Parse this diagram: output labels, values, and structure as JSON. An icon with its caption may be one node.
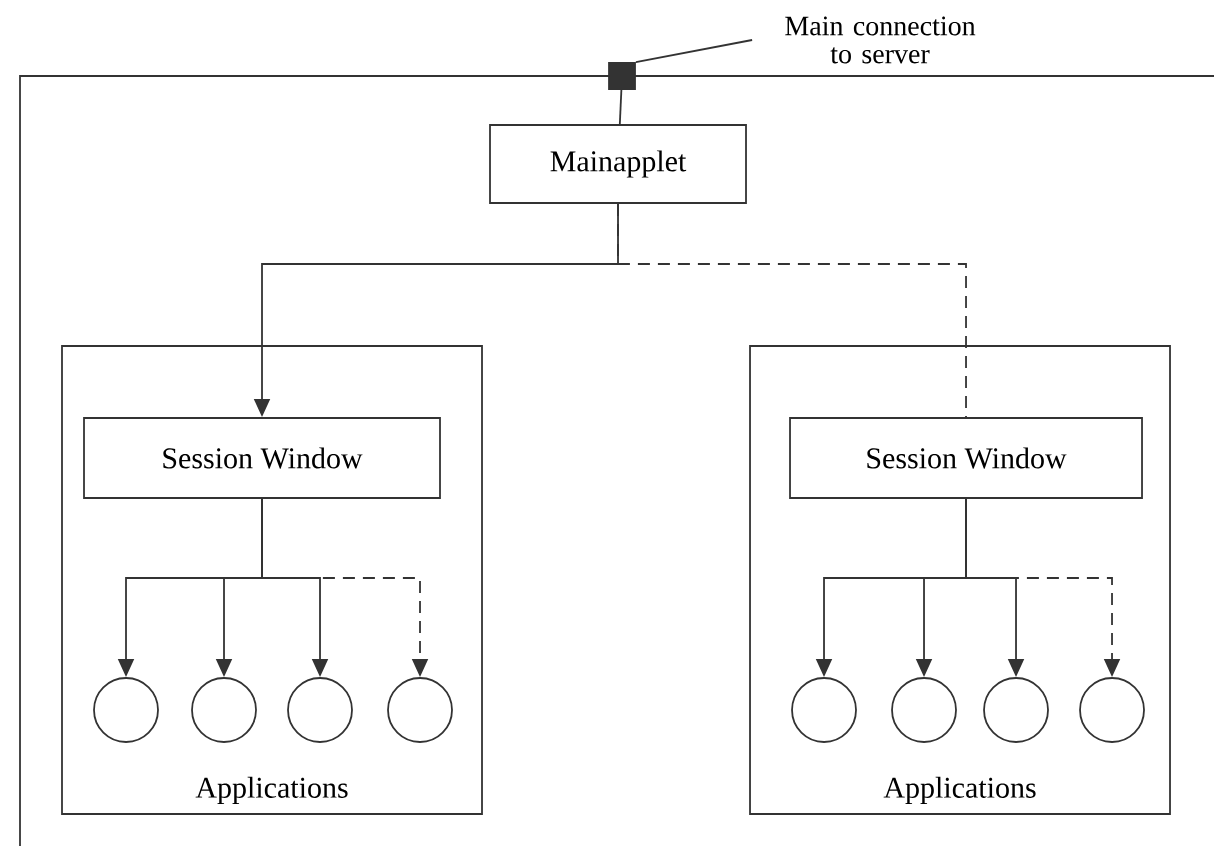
{
  "diagram": {
    "nodes": [
      {
        "text": [],
        "shape": "box"
      },
      {
        "text": [],
        "shape": "box"
      },
      {
        "text": [
          "Main connection to server"
        ]
      },
      {
        "text": [
          "Mainapplet"
        ],
        "in": 0
      },
      {
        "text": [
          "Applications"
        ],
        "in": 0
      },
      {
        "text": [
          "Session Window"
        ],
        "in": 4
      },
      {
        "text": [],
        "shape": "circle",
        "in": 4
      },
      {
        "text": [],
        "shape": "circle",
        "in": 4
      },
      {
        "text": [],
        "shape": "circle",
        "in": 4
      },
      {
        "text": [],
        "shape": "circle",
        "in": 4
      },
      {
        "text": [
          "Applications"
        ],
        "in": 0
      },
      {
        "text": [
          "Session Window"
        ],
        "in": 10
      },
      {
        "text": [],
        "shape": "circle",
        "in": 10
      },
      {
        "text": [],
        "shape": "circle",
        "in": 10
      },
      {
        "text": [],
        "shape": "circle",
        "in": 10
      },
      {
        "text": [],
        "shape": "circle",
        "in": 10
      }
    ],
    "edges": [
      {
        "from": 2,
        "to": 1,
        "arrow": "none"
      },
      {
        "from": 1,
        "to": 3,
        "arrow": "none"
      },
      {
        "from": 3,
        "to": 5,
        "arrow": "to"
      },
      {
        "from": 3,
        "to": 11,
        "arrow": "none",
        "style": "dashed"
      },
      {
        "from": 5,
        "to": 6,
        "arrow": "to"
      },
      {
        "from": 5,
        "to": 7,
        "arrow": "to"
      },
      {
        "from": 5,
        "to": 8,
        "arrow": "to"
      },
      {
        "from": 5,
        "to": 9,
        "arrow": "to",
        "style": "dashed"
      },
      {
        "from": 11,
        "to": 12,
        "arrow": "to"
      },
      {
        "from": 11,
        "to": 13,
        "arrow": "to"
      },
      {
        "from": 11,
        "to": 14,
        "arrow": "to"
      },
      {
        "from": 11,
        "to": 15,
        "arrow": "to",
        "style": "dashed"
      }
    ]
  }
}
